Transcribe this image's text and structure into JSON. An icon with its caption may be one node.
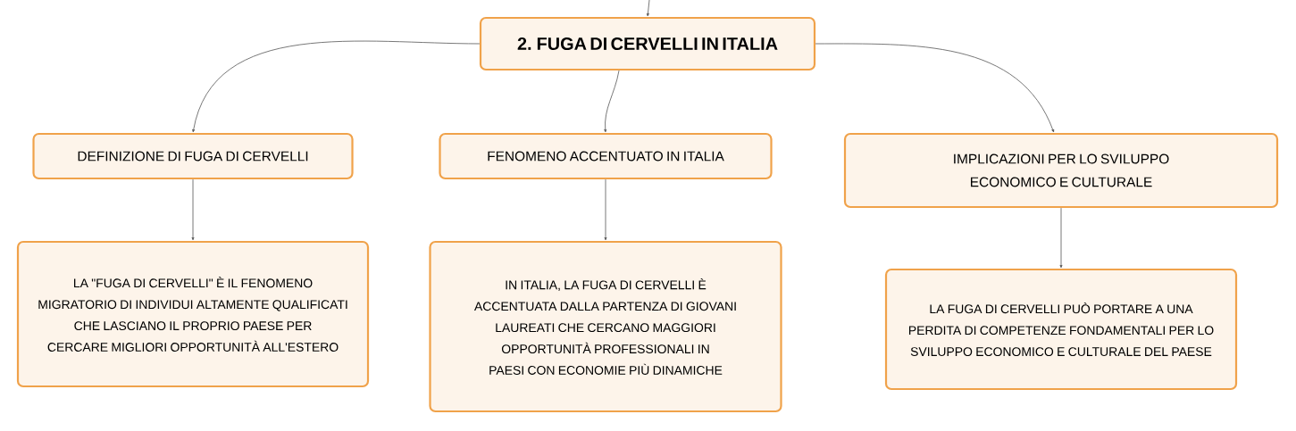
{
  "diagram": {
    "nodes": [
      {
        "text": [
          "2. FUGA DI CERVELLI IN ITALIA"
        ]
      },
      {
        "text": [
          "DEFINIZIONE DI FUGA DI CERVELLI"
        ]
      },
      {
        "text": [
          "FENOMENO ACCENTUATO IN ITALIA"
        ]
      },
      {
        "text": [
          "IMPLICAZIONI PER LO SVILUPPO ECONOMICO E CULTURALE"
        ]
      },
      {
        "text": [
          "LA \"FUGA DI CERVELLI\" È IL FENOMENO MIGRATORIO DI INDIVIDUI ALTAMENTE QUALIFICATI CHE LASCIANO IL PROPRIO PAESE PER CERCARE MIGLIORI OPPORTUNITÀ ALL'ESTERO"
        ]
      },
      {
        "text": [
          "IN ITALIA, LA FUGA DI CERVELLI È ACCENTUATA DALLA PARTENZA DI GIOVANI LAUREATI CHE CERCANO MAGGIORI OPPORTUNITÀ PROFESSIONALI IN PAESI CON ECONOMIE PIÙ DINAMICHE"
        ]
      },
      {
        "text": [
          "LA FUGA DI CERVELLI PUÒ PORTARE A UNA PERDITA DI COMPETENZE FONDAMENTALI PER LO SVILUPPO ECONOMICO E CULTURALE DEL PAESE"
        ]
      }
    ],
    "edges": [
      {
        "from": null,
        "to": 0,
        "arrow": "to"
      },
      {
        "from": 0,
        "to": 1,
        "arrow": "to"
      },
      {
        "from": 0,
        "to": 2,
        "arrow": "to"
      },
      {
        "from": 0,
        "to": 3,
        "arrow": "to"
      },
      {
        "from": 1,
        "to": 4,
        "arrow": "to"
      },
      {
        "from": 2,
        "to": 5,
        "arrow": "to"
      },
      {
        "from": 3,
        "to": 6,
        "arrow": "to"
      }
    ]
  }
}
